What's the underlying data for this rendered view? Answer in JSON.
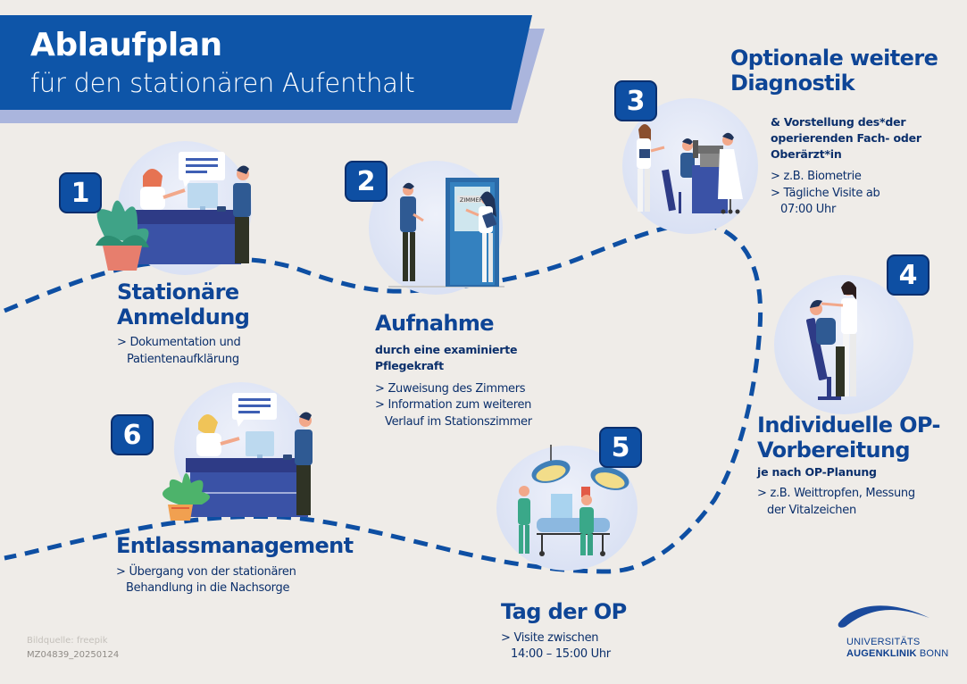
{
  "header": {
    "title": "Ablaufplan",
    "subtitle": "für den stationären Aufenthalt"
  },
  "colors": {
    "brand_blue": "#0e55a8",
    "banner_shadow": "#aab5dd",
    "heading": "#0e4596",
    "body_text": "#0b2f6b",
    "background": "#efece8"
  },
  "steps": [
    {
      "number": "1",
      "title_lines": [
        "Stationäre",
        "Anmeldung"
      ],
      "subtitle_lines": [],
      "bullets": [
        [
          "Dokumentation und",
          "Patientenaufklärung"
        ]
      ],
      "illustration": "reception-desk-illustration"
    },
    {
      "number": "2",
      "title_lines": [
        "Aufnahme"
      ],
      "subtitle_lines": [
        "durch eine examinierte",
        "Pflegekraft"
      ],
      "bullets": [
        [
          "Zuweisung des Zimmers"
        ],
        [
          "Information zum weiteren",
          "Verlauf im Stationszimmer"
        ]
      ],
      "illustration": "room-door-illustration",
      "door_sign": "ZIMMER"
    },
    {
      "number": "3",
      "title_lines": [
        "Optionale weitere",
        "Diagnostik"
      ],
      "subtitle_lines": [
        "& Vorstellung des*der",
        "operierenden Fach- oder",
        "Oberärzt*in"
      ],
      "bullets": [
        [
          "z.B. Biometrie"
        ],
        [
          "Tägliche Visite ab",
          "07:00 Uhr"
        ]
      ],
      "illustration": "eye-exam-illustration"
    },
    {
      "number": "4",
      "title_lines": [
        "Individuelle OP-",
        "Vorbereitung"
      ],
      "subtitle_lines": [
        "je nach OP-Planung"
      ],
      "bullets": [
        [
          "z.B. Weittropfen, Messung",
          "der Vitalzeichen"
        ]
      ],
      "illustration": "eye-drops-illustration"
    },
    {
      "number": "5",
      "title_lines": [
        "Tag der OP"
      ],
      "subtitle_lines": [],
      "bullets": [
        [
          "Visite zwischen",
          "14:00 – 15:00 Uhr"
        ]
      ],
      "illustration": "operating-room-illustration"
    },
    {
      "number": "6",
      "title_lines": [
        "Entlassmanagement"
      ],
      "subtitle_lines": [],
      "bullets": [
        [
          "Übergang von der stationären",
          "Behandlung in die Nachsorge"
        ]
      ],
      "illustration": "discharge-desk-illustration"
    }
  ],
  "footer": {
    "image_source": "Bildquelle: freepik",
    "document_id": "MZ04839_20250124"
  },
  "logo": {
    "line1": "UNIVERSITÄTS",
    "line2_bold": "AUGENKLINIK",
    "line2_rest": " BONN"
  }
}
